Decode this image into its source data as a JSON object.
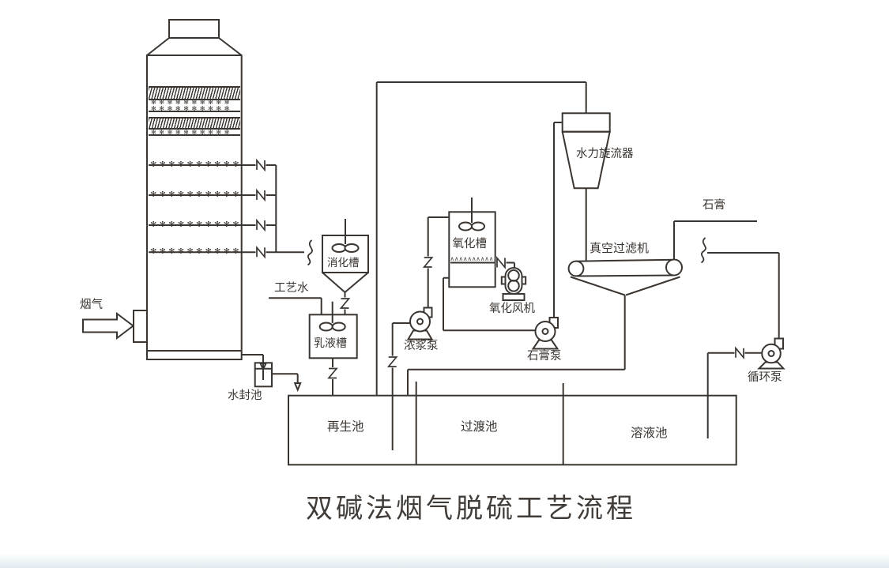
{
  "title": "双碱法烟气脱硫工艺流程",
  "colors": {
    "line": "#3b3531",
    "background": "#ffffff",
    "footer_band": "#cbdde4"
  },
  "symbols": {
    "spray_nozzle_glyph": "✻",
    "sparger_glyph": "∧"
  },
  "labels": {
    "flue_gas": "烟气",
    "process_water": "工艺水",
    "digestion_tank": "消化槽",
    "emulsion_tank": "乳液槽",
    "oxidation_tank": "氧化槽",
    "oxidation_fan": "氧化风机",
    "slurry_pump": "浓浆泵",
    "gypsum_pump": "石膏泵",
    "hydrocyclone": "水力旋流器",
    "vacuum_filter": "真空过滤机",
    "gypsum_product": "石膏",
    "circulation_pump": "循环泵",
    "water_seal_pool": "水封池",
    "regeneration_pool": "再生池",
    "transition_pool": "过渡池",
    "solution_pool": "溶液池"
  }
}
